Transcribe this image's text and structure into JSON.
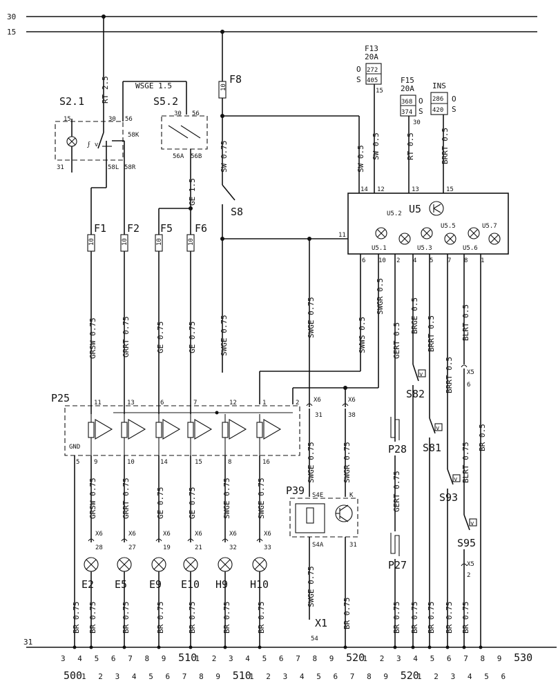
{
  "rails": {
    "top": "30",
    "second": "15",
    "bottom": "31"
  },
  "components": {
    "s2_1": "S2.1",
    "s5_2": "S5.2",
    "f8": "F8",
    "s8": "S8",
    "u5": "U5",
    "p25": "P25",
    "p39": "P39",
    "p28": "P28",
    "p27": "P27",
    "s82": "S82",
    "s81": "S81",
    "s93": "S93",
    "s95": "S95",
    "x1": "X1",
    "f1": "F1",
    "f2": "F2",
    "f5": "F5",
    "f6": "F6",
    "f13": "F13",
    "f13_amp": "20A",
    "f15": "F15",
    "f15_amp": "20A",
    "ins": "INS",
    "gnd": "GND"
  },
  "fuse_values": {
    "f8": "10",
    "f1": "10",
    "f2": "10",
    "f5": "10",
    "f6": "10"
  },
  "relay_boxes": {
    "f13_top": "272",
    "f13_bot": "405",
    "f13_o": "O",
    "f13_s": "S",
    "f13_pin": "15",
    "f15_top": "368",
    "f15_bot": "374",
    "f15_o": "O",
    "f15_s": "S",
    "f15_pin": "30",
    "ins_top": "286",
    "ins_bot": "420",
    "ins_o": "O",
    "ins_s": "S"
  },
  "wires": {
    "rt25": "RT 2.5",
    "wsge15": "WSGE 1.5",
    "sw075a": "SW 0.75",
    "ge15": "GE 1.5",
    "sw05a": "SW 0.5",
    "sw05b": "SW 0.5",
    "rt05": "RT 0.5",
    "brrt05a": "BRRT 0.5",
    "grsw075": "GRSW 0.75",
    "grrt075": "GRRT 0.75",
    "ge075a": "GE 0.75",
    "ge075b": "GE 0.75",
    "swge075a": "SWGE 0.75",
    "swge075b": "SWGE 0.75",
    "swws05": "SWWS 0.5",
    "swgr05": "SWGR 0.5",
    "gert05": "GERT 0.5",
    "brge05": "BRGE 0.5",
    "brrt05b": "BRRT 0.5",
    "brrt05c": "BRRT 0.5",
    "blrt05": "BLRT 0.5",
    "br05": "BR 0.5",
    "swge075c": "SWGE 0.75",
    "swgr075": "SWGR 0.75",
    "gert075": "GERT 0.75",
    "blrt075": "BLRT 0.75",
    "br075": "BR 0.75",
    "grsw075b": "GRSW 0.75",
    "grrt075b": "GRRT 0.75",
    "ge075c": "GE 0.75",
    "ge075d": "GE 0.75",
    "swge075d": "SWGE 0.75",
    "swge075e": "SWGE 0.75",
    "swge075f": "SWGE 0.75",
    "br075x": "BR 0.75"
  },
  "pins": {
    "s21": [
      "15",
      "30",
      "56",
      "58K",
      "31",
      "58L",
      "58R"
    ],
    "s52": [
      "30",
      "56",
      "56A",
      "56B"
    ],
    "u5_top": [
      "14",
      "12",
      "13",
      "15"
    ],
    "u5_side": "11",
    "u5_bottom": [
      "6",
      "10",
      "2",
      "4",
      "5",
      "7",
      "8",
      "1"
    ],
    "u5_lamps": [
      "U5.1",
      "U5.2",
      "U5.3",
      "U5.5",
      "U5.6",
      "U5.7"
    ],
    "p25_top": [
      "11",
      "13",
      "6",
      "7",
      "12",
      "1",
      "2"
    ],
    "p25_bottom": [
      "5",
      "9",
      "10",
      "14",
      "15",
      "8",
      "16"
    ],
    "p39": [
      "S4E",
      "K",
      "S4A",
      "31"
    ]
  },
  "connectors": {
    "x6": "X6",
    "x5": "X5",
    "x6_pins_p25": [
      "31",
      "38"
    ],
    "lamp_x6_pins": [
      "28",
      "27",
      "19",
      "21",
      "32",
      "33"
    ],
    "x5_pins": [
      "6",
      "2"
    ],
    "x1_pin": "54"
  },
  "lamps": [
    "E2",
    "E5",
    "E9",
    "E10",
    "H9",
    "H10"
  ],
  "bottom_labels": {
    "row1": [
      "3",
      "4",
      "5",
      "6",
      "7",
      "8",
      "9",
      "510",
      "1",
      "2",
      "3",
      "4",
      "5",
      "6",
      "7",
      "8",
      "9",
      "520",
      "1",
      "2",
      "3",
      "4",
      "5",
      "6",
      "7",
      "8",
      "9",
      "530"
    ],
    "row2": [
      "500",
      "1",
      "2",
      "3",
      "4",
      "5",
      "6",
      "7",
      "8",
      "9",
      "510",
      "1",
      "2",
      "3",
      "4",
      "5",
      "6",
      "7",
      "8",
      "9",
      "520",
      "1",
      "2",
      "3",
      "4",
      "5",
      "6"
    ]
  }
}
